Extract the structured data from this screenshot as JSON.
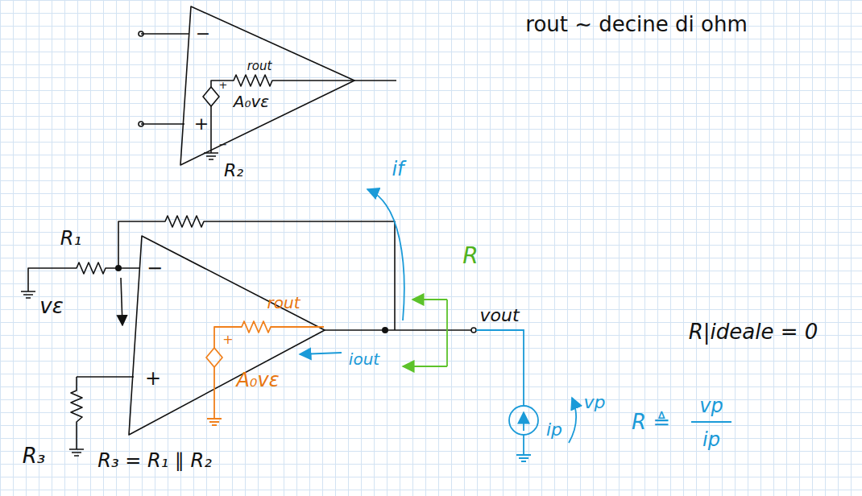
{
  "diagram": {
    "labels": [
      "−",
      "+",
      "rout",
      "+",
      "−",
      "A₀vε",
      "rout ∼ decine di ohm",
      "R₂",
      "R₁",
      "vε",
      "−",
      "+",
      "rout",
      "+",
      "A₀vε",
      "iout",
      "if",
      "R",
      "vout",
      "ip",
      "vp",
      "R ≜",
      "vp",
      "ip",
      "R|ideale = 0",
      "R₃",
      "R₃ = R₁ ∥ R₂"
    ]
  }
}
